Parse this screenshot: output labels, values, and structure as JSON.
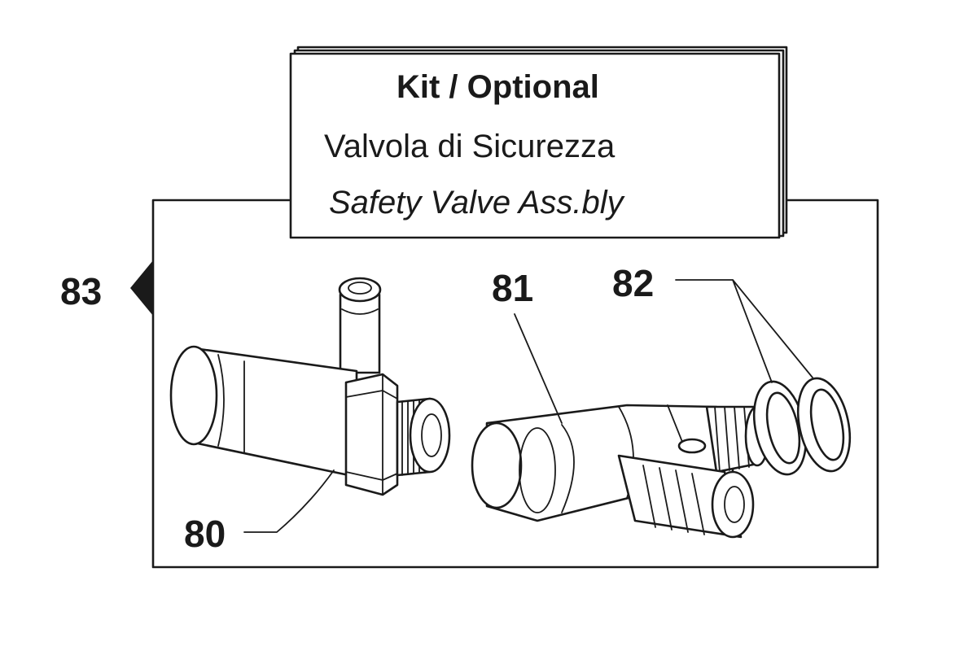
{
  "kit_box": {
    "title": "Kit / Optional",
    "name_it": "Valvola di Sicurezza",
    "name_en": "Safety Valve Ass.bly"
  },
  "callouts": {
    "kit_ref": "83",
    "valve_body": "80",
    "valve_fitting": "81",
    "o_rings": "82"
  }
}
